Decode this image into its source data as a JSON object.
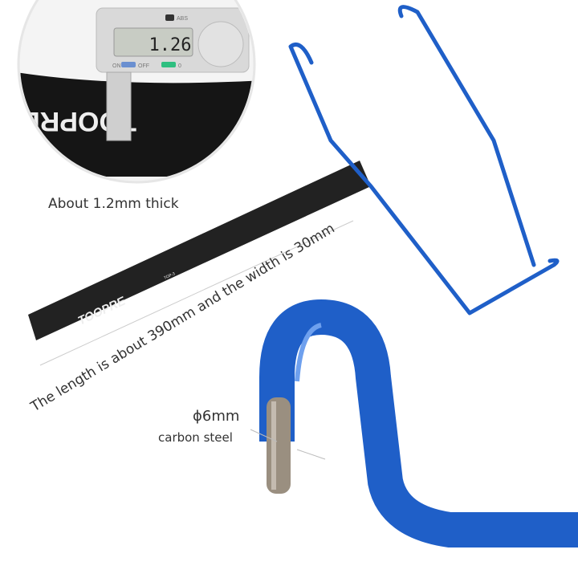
{
  "caliper": {
    "reading": "1.26",
    "buttons": [
      "ON",
      "OFF",
      "0",
      "ABS"
    ]
  },
  "strap": {
    "brand": "TOOPRE",
    "model": "TOP-3"
  },
  "labels": {
    "thickness": "About 1.2mm thick",
    "dimensions": "The length is about 390mm and the width is 30mm",
    "diameter": "ϕ6mm",
    "material": "carbon steel"
  },
  "colors": {
    "hanger_blue": "#1f5fc8",
    "strap": "#222222",
    "steel": "#9a8f80"
  }
}
